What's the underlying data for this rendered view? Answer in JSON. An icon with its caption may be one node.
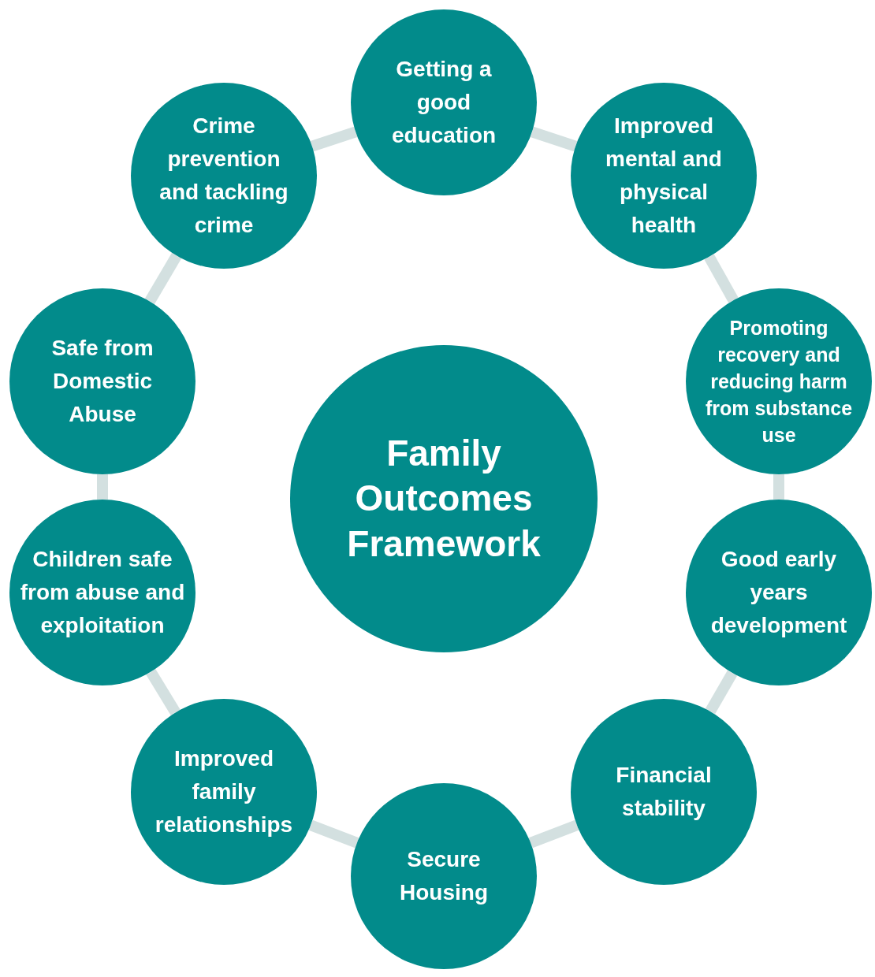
{
  "diagram": {
    "nodes": [
      {
        "text": [
          "Family Outcomes Framework"
        ]
      },
      {
        "text": [
          "Getting a good education"
        ]
      },
      {
        "text": [
          "Improved mental and physical health"
        ]
      },
      {
        "text": [
          "Promoting recovery and reducing harm from substance use"
        ]
      },
      {
        "text": [
          "Good early years development"
        ]
      },
      {
        "text": [
          "Financial stability"
        ]
      },
      {
        "text": [
          "Secure Housing"
        ]
      },
      {
        "text": [
          "Improved family relationships"
        ]
      },
      {
        "text": [
          "Children safe from abuse and exploitation"
        ]
      },
      {
        "text": [
          "Safe from Domestic Abuse"
        ]
      },
      {
        "text": [
          "Crime prevention and tackling crime"
        ]
      }
    ],
    "edges": [
      {
        "from": 1,
        "to": 2,
        "arrow": "none"
      },
      {
        "from": 2,
        "to": 3,
        "arrow": "none"
      },
      {
        "from": 3,
        "to": 4,
        "arrow": "none"
      },
      {
        "from": 4,
        "to": 5,
        "arrow": "none"
      },
      {
        "from": 5,
        "to": 6,
        "arrow": "none"
      },
      {
        "from": 6,
        "to": 7,
        "arrow": "none"
      },
      {
        "from": 7,
        "to": 8,
        "arrow": "none"
      },
      {
        "from": 8,
        "to": 9,
        "arrow": "none"
      },
      {
        "from": 9,
        "to": 10,
        "arrow": "none"
      },
      {
        "from": 10,
        "to": 1,
        "arrow": "none"
      }
    ]
  }
}
